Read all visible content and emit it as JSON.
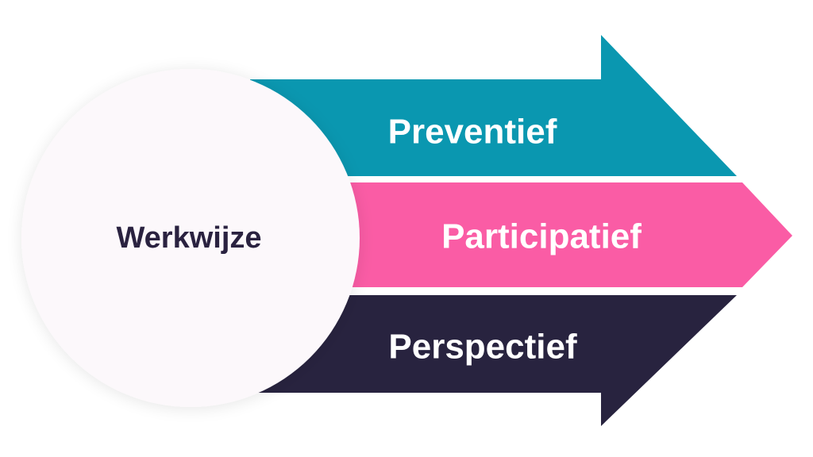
{
  "diagram": {
    "center": {
      "label": "Werkwijze",
      "fill": "#fcf8fb",
      "text_color": "#2a2240"
    },
    "bands": [
      {
        "label": "Preventief",
        "color": "#0a97b0"
      },
      {
        "label": "Participatief",
        "color": "#fa5ca5"
      },
      {
        "label": "Perspectief",
        "color": "#28233f"
      }
    ]
  }
}
